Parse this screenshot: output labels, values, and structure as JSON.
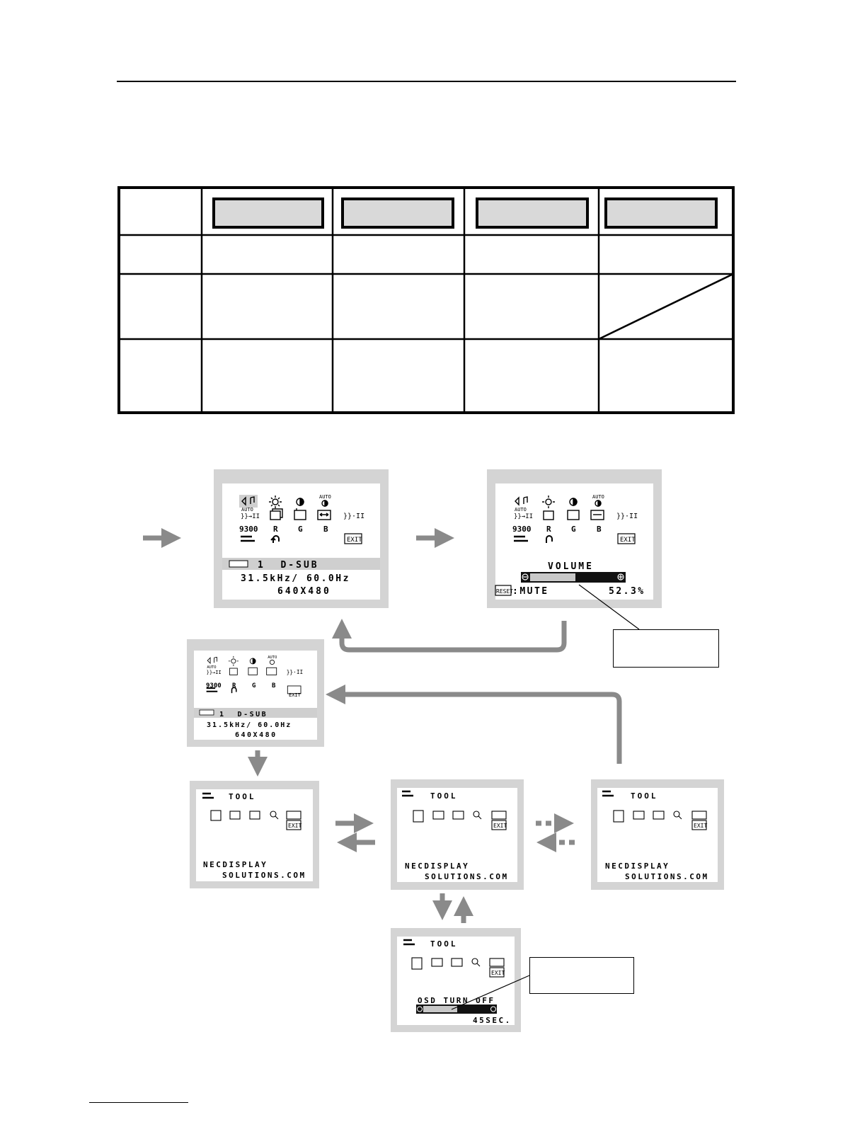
{
  "osd_main": {
    "icon_row3": [
      "9300",
      "R",
      "G",
      "B"
    ],
    "exit_label": "EXIT",
    "input_label": "1  D-SUB",
    "frequency": "31.5kHz/ 60.0Hz",
    "resolution": "640X480"
  },
  "osd_volume": {
    "title": "VOLUME",
    "reset_key": "RESET",
    "mute_label": ":MUTE",
    "level": "52.3%",
    "level_fraction": 0.523
  },
  "osd_tool": {
    "title": "TOOL",
    "exit_label": "EXIT",
    "url_line1": "NECDISPLAY",
    "url_line2": "SOLUTIONS.COM"
  },
  "osd_turnoff": {
    "title": "TOOL",
    "label": "OSD TURN OFF",
    "value": "45SEC."
  },
  "colors": {
    "arrow_gray": "#8a8a8a",
    "frame_gray": "#d4d4d4",
    "bar_dark": "#111111",
    "bar_light": "#c8c8c8"
  }
}
